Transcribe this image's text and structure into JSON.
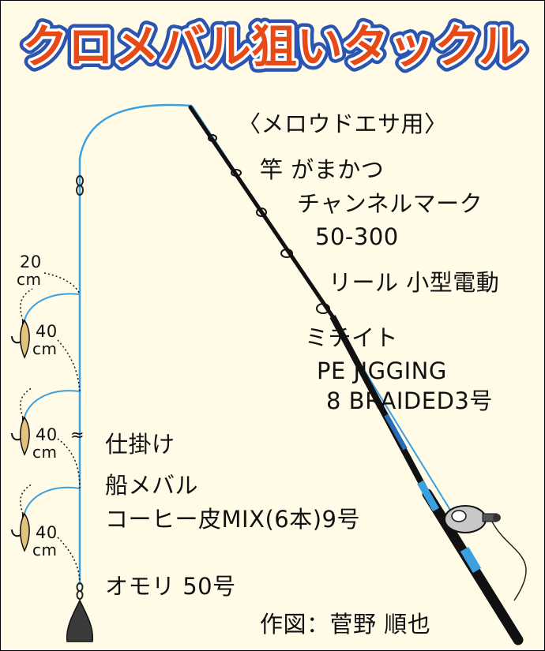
{
  "title": "クロメバル狙いタックル",
  "subtitle": "〈メロウドエサ用〉",
  "rod": {
    "label": "竿 がまかつ",
    "name": "チャンネルマーク",
    "spec": "50-300"
  },
  "reel": "リール 小型電動",
  "line": {
    "label": "ミチイト",
    "name1": "PE JIGGING",
    "name2": "8 BRAIDED3号"
  },
  "shikake": "仕掛け",
  "hook": {
    "label": "船メバル",
    "detail": "コーヒー皮MIX(6本)9号"
  },
  "sinker": "オモリ 50号",
  "credit": "作図：菅野 順也",
  "measurements": {
    "top": [
      "20",
      "cm"
    ],
    "branch1": [
      "40",
      "cm"
    ],
    "branch2": [
      "40",
      "cm"
    ],
    "branch2_suffix": "≈",
    "branch3": [
      "40",
      "cm"
    ]
  },
  "colors": {
    "title_fill": "#e84a16",
    "title_outline": "#2b55b0",
    "line": "#3aa0e0",
    "background": "#fffbe6"
  }
}
